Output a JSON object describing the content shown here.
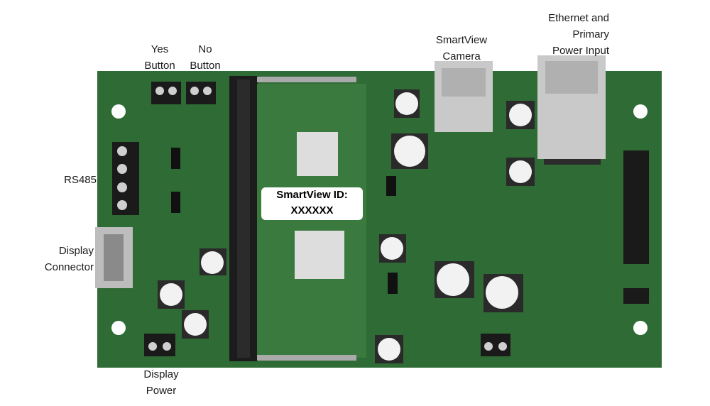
{
  "labels": {
    "yes_button": [
      "Yes",
      "Button"
    ],
    "no_button": [
      "No",
      "Button"
    ],
    "camera": [
      "SmartView",
      "Camera"
    ],
    "ethernet": [
      "Ethernet and",
      "Primary",
      "Power Input"
    ],
    "rs485": [
      "RS485"
    ],
    "display_connector": [
      "Display",
      "Connector"
    ],
    "display_power": [
      "Display",
      "Power"
    ]
  },
  "id_box": [
    "SmartView ID:",
    "XXXXXX"
  ],
  "colors": {
    "pcb": "#2f6b35",
    "module": "#3a7a3e",
    "connector": "#1c1c1c",
    "port": "#c9c9c9"
  }
}
